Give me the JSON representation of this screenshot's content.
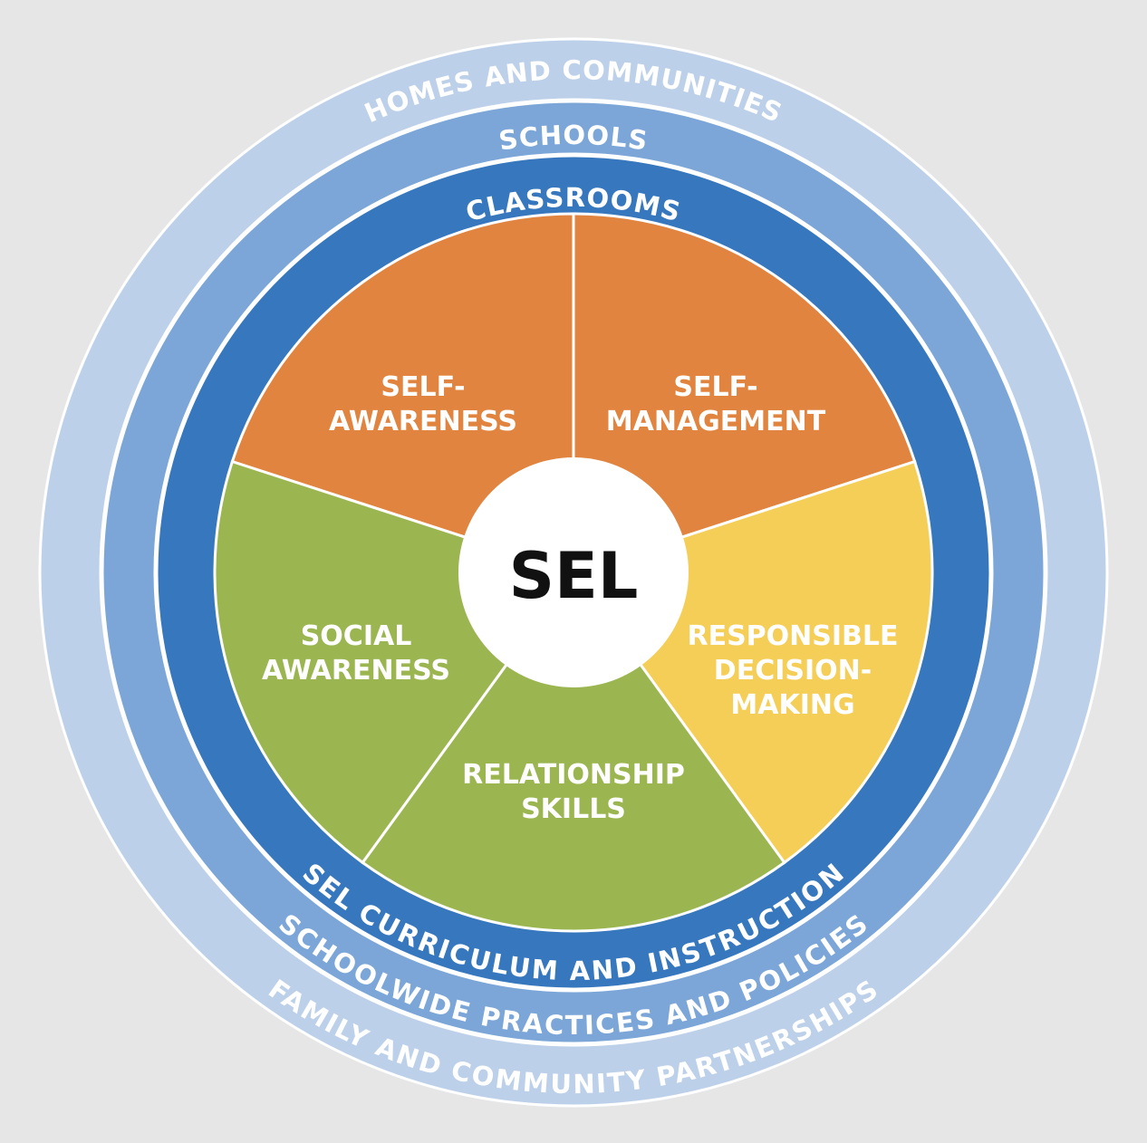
{
  "center": {
    "label": "SEL"
  },
  "rings": [
    {
      "top": "HOMES AND COMMUNITIES",
      "bottom": "FAMILY AND COMMUNITY PARTNERSHIPS",
      "color": "#BDD0EA"
    },
    {
      "top": "SCHOOLS",
      "bottom": "SCHOOLWIDE PRACTICES AND POLICIES",
      "color": "#7BA6D7"
    },
    {
      "top": "CLASSROOMS",
      "bottom": "SEL CURRICULUM AND INSTRUCTION",
      "color": "#3677BD"
    }
  ],
  "competencies": [
    {
      "lines": [
        "SELF-",
        "AWARENESS"
      ],
      "color": "#E0843F"
    },
    {
      "lines": [
        "SELF-",
        "MANAGEMENT"
      ],
      "color": "#E0843F"
    },
    {
      "lines": [
        "RESPONSIBLE",
        "DECISION-",
        "MAKING"
      ],
      "color": "#F5CE57"
    },
    {
      "lines": [
        "RELATIONSHIP",
        "SKILLS"
      ],
      "color": "#9BB651"
    },
    {
      "lines": [
        "SOCIAL",
        "AWARENESS"
      ],
      "color": "#9BB651"
    }
  ],
  "background": "#E6E6E6"
}
